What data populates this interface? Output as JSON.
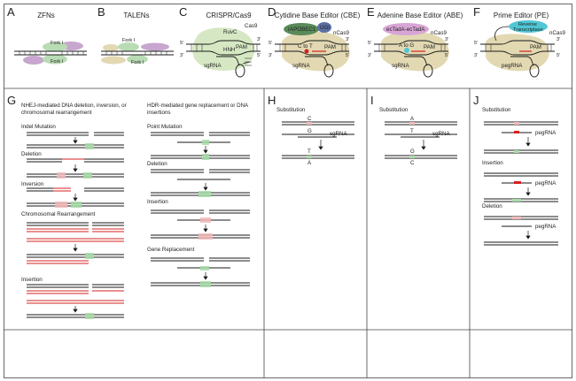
{
  "panels": {
    "A": {
      "letter": "A",
      "title": "ZFNs",
      "fork_top": "Fork I",
      "fork_bottom": "Fork I"
    },
    "B": {
      "letter": "B",
      "title": "TALENs",
      "fork_top": "Fork I",
      "fork_bottom": "Fork I"
    },
    "C": {
      "letter": "C",
      "title": "CRISPR/Cas9",
      "cas9": "Cas9",
      "ruvc": "RuvC",
      "hnh": "HNH",
      "pam": "PAM",
      "sgrna": "sgRNA",
      "five": "5'",
      "three": "3'"
    },
    "D": {
      "letter": "D",
      "title": "Cytidine Base Editor (CBE)",
      "apobec": "rAPOBEC1",
      "ugi": "UGI",
      "ncas9": "nCas9",
      "c_to_t": "C to T",
      "pam": "PAM",
      "sgrna": "sgRNA",
      "five": "5'",
      "three": "3'"
    },
    "E": {
      "letter": "E",
      "title": "Adenine Base Editor (ABE)",
      "tada": "ecTadA-ecTadA",
      "ncas9": "nCas9",
      "a_to_g": "A to G",
      "pam": "PAM",
      "sgrna": "sgRNA",
      "five": "5'",
      "three": "3'"
    },
    "F": {
      "letter": "F",
      "title": "Prime Editor (PE)",
      "rt1": "Reverse",
      "rt2": "Transcriptase",
      "ncas9": "nCas9",
      "pam": "PAM",
      "pegrna": "pegRNA",
      "five": "5'",
      "three": "3'"
    },
    "G": {
      "letter": "G",
      "heading1": "NHEJ-mediated DNA deletion, inversion, or",
      "heading2": "chromosomal rearrangement",
      "indel": "Indel Mutation",
      "deletion": "Deletion",
      "inversion": "Inversion",
      "chrom": "Chromosomal Rearrangement",
      "insertion": "Insertion",
      "hdr1": "HDR-mediated gene replacement or DNA",
      "hdr2": "insertions",
      "point": "Point Mutation",
      "deletion2": "Deletion",
      "insertion2": "Insertion",
      "gene_repl": "Gene Replacement"
    },
    "H": {
      "letter": "H",
      "sub": "Substitution",
      "c": "C",
      "g": "G",
      "sgrna": "sgRNA",
      "t": "T",
      "a": "A"
    },
    "I": {
      "letter": "I",
      "sub": "Substitution",
      "a": "A",
      "t": "T",
      "sgrna": "sgRNA",
      "g": "G",
      "c": "C"
    },
    "J": {
      "letter": "J",
      "sub": "Substitution",
      "peg1": "pegRNA",
      "insertion": "Insertion",
      "peg2": "pegRNA",
      "deletion": "Deletion",
      "peg3": "pegRNA"
    }
  },
  "colors": {
    "dna": "#1a1a1a",
    "tan": "#e2d8b2",
    "fork_green": "#b9dcb4",
    "purple": "#c7a6cf",
    "cas9_green": "#d6e8c3",
    "apobec": "#5a8a5a",
    "ugi": "#5b6fa5",
    "tada": "#d8a5d6",
    "rt": "#4fc7d4",
    "red": "#d62020",
    "edit_green": "#a8dca8",
    "pink": "#f2b8b8"
  }
}
